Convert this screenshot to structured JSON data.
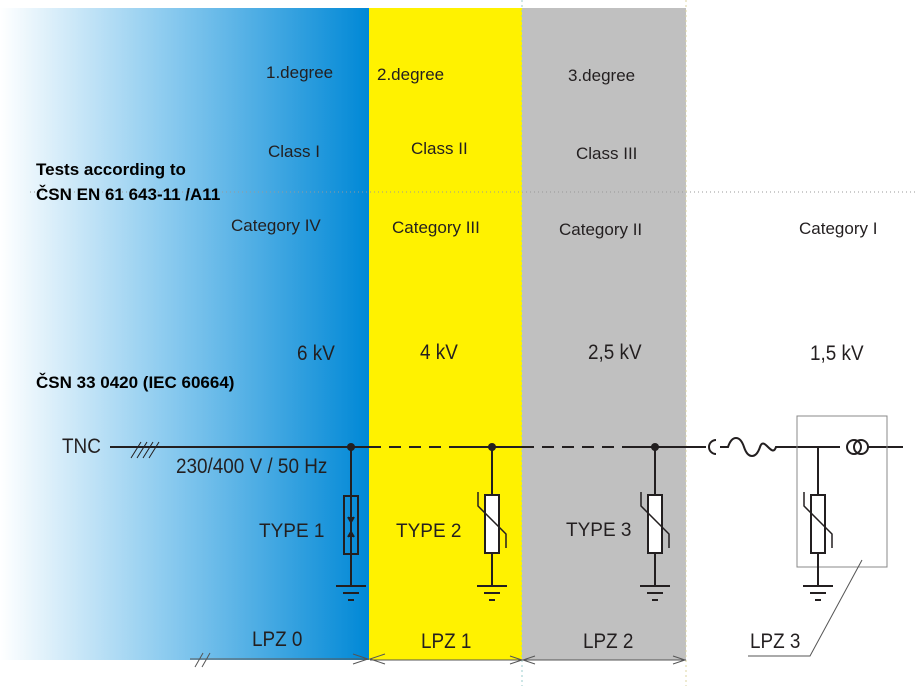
{
  "zones": [
    {
      "degree": "1.degree",
      "class": "Class I",
      "category": "Category IV",
      "voltage": "6 kV",
      "lpz": "LPZ 0",
      "spd": "TYPE 1",
      "color": "#0091da"
    },
    {
      "degree": "2.degree",
      "class": "Class II",
      "category": "Category III",
      "voltage": "4 kV",
      "lpz": "LPZ 1",
      "spd": "TYPE 2",
      "color": "#fff200"
    },
    {
      "degree": "3.degree",
      "class": "Class III",
      "category": "Category II",
      "voltage": "2,5 kV",
      "lpz": "LPZ 2",
      "spd": "TYPE 3",
      "color": "#c0c0c0"
    },
    {
      "category": "Category I",
      "voltage": "1,5 kV",
      "lpz": "LPZ 3",
      "color": "#ffffff"
    }
  ],
  "labels": {
    "tests_line1": "Tests according to",
    "tests_line2": "ČSN EN 61 643-11 /A11",
    "standard": "ČSN 33 0420 (IEC 60664)",
    "network": "TNC",
    "supply": "230/400 V / 50 Hz"
  }
}
